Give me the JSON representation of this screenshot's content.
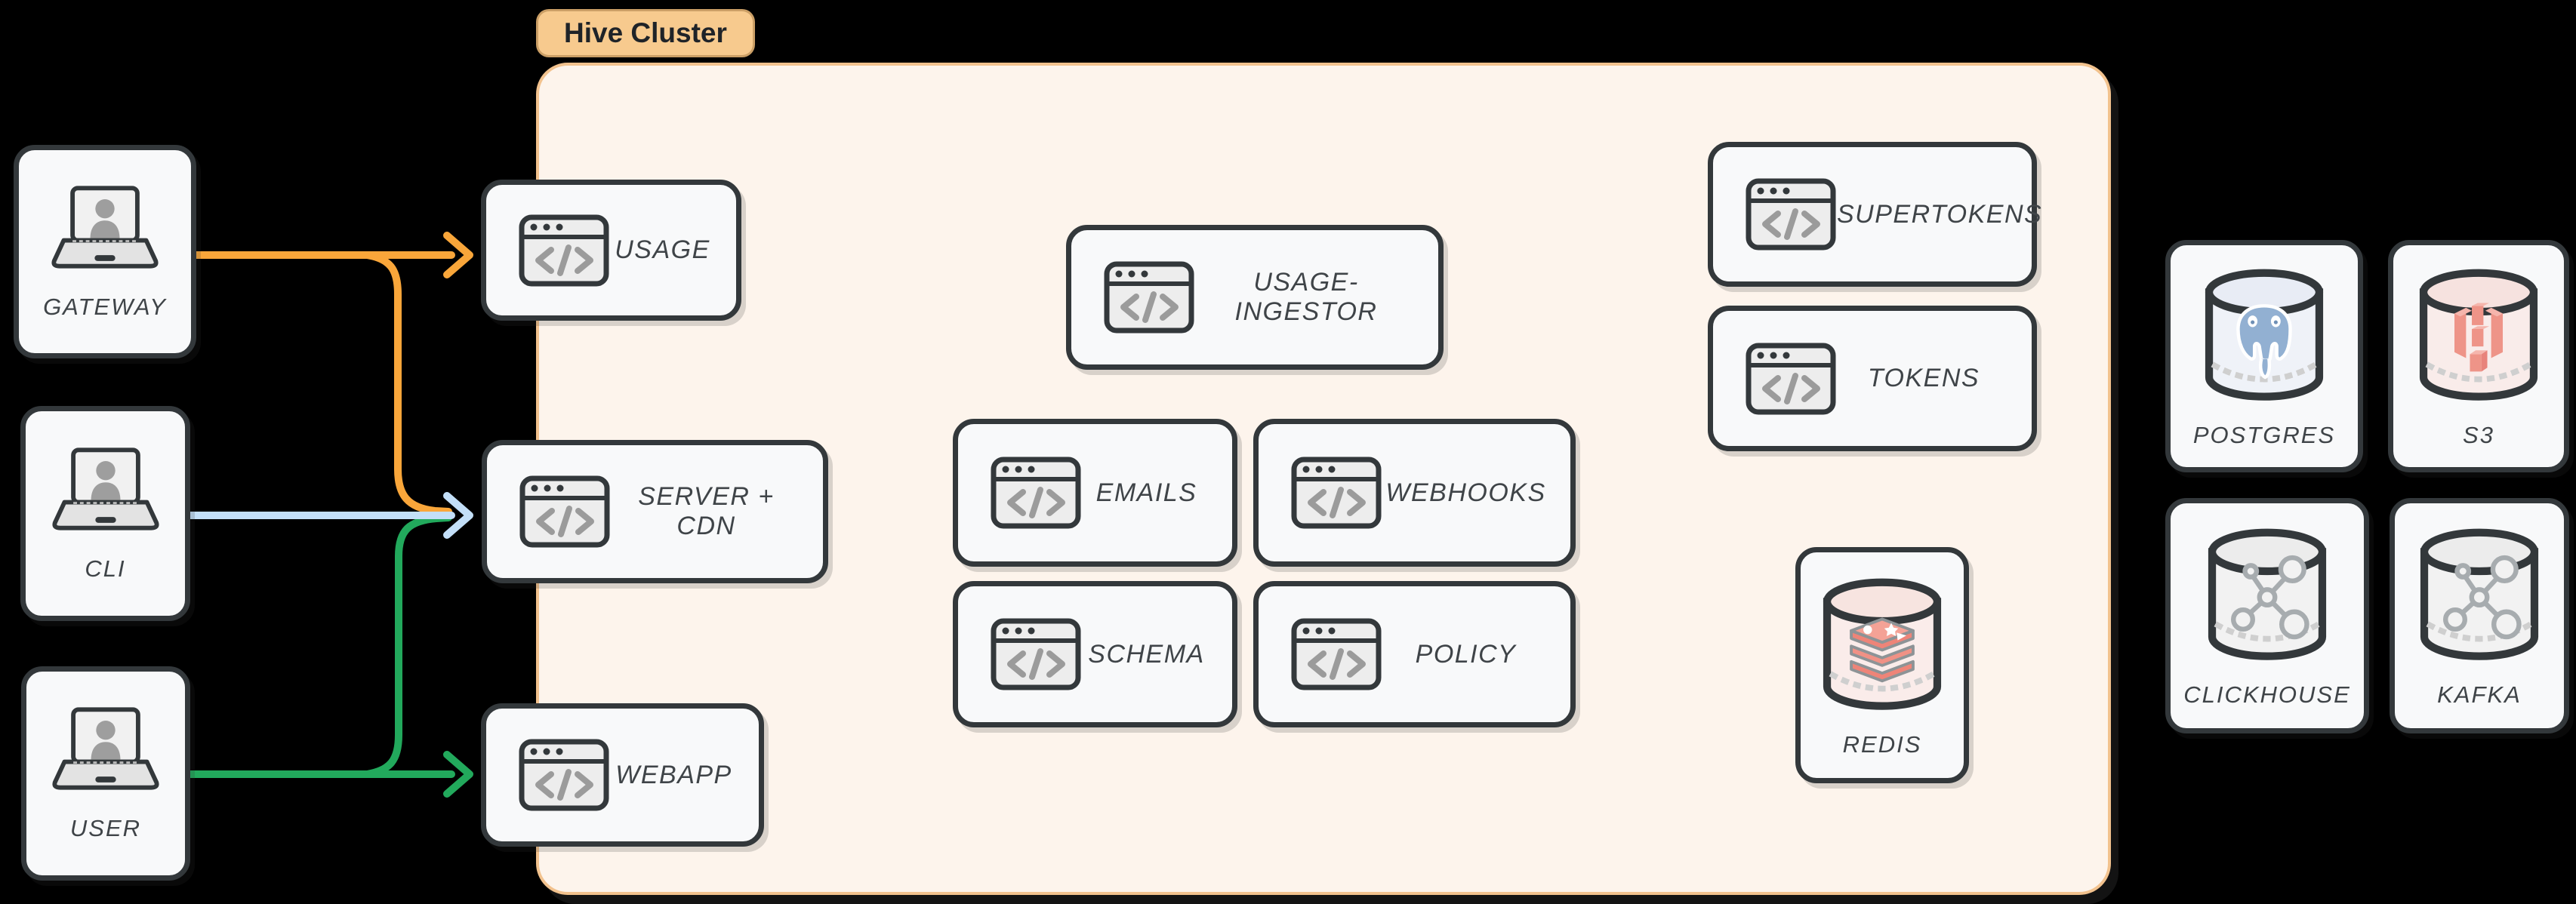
{
  "cluster": {
    "label": "Hive Cluster"
  },
  "actors": [
    {
      "id": "gateway",
      "label": "GATEWAY",
      "icon": "laptop-user-icon"
    },
    {
      "id": "cli",
      "label": "CLI",
      "icon": "laptop-user-icon"
    },
    {
      "id": "user",
      "label": "USER",
      "icon": "laptop-user-icon"
    }
  ],
  "services": {
    "usage": {
      "label": "USAGE",
      "icon": "code-window-icon"
    },
    "server_cdn": {
      "label": "SERVER + CDN",
      "icon": "code-window-icon"
    },
    "webapp": {
      "label": "WEBAPP",
      "icon": "code-window-icon"
    },
    "usage_ingestor": {
      "label": "USAGE-INGESTOR",
      "icon": "code-window-icon"
    },
    "emails": {
      "label": "EMAILS",
      "icon": "code-window-icon"
    },
    "webhooks": {
      "label": "WEBHOOKS",
      "icon": "code-window-icon"
    },
    "schema": {
      "label": "SCHEMA",
      "icon": "code-window-icon"
    },
    "policy": {
      "label": "POLICY",
      "icon": "code-window-icon"
    },
    "supertokens": {
      "label": "SUPERTOKENS",
      "icon": "code-window-icon"
    },
    "tokens": {
      "label": "TOKENS",
      "icon": "code-window-icon"
    }
  },
  "datastores": {
    "redis": {
      "label": "REDIS",
      "icon": "redis-database-icon"
    },
    "postgres": {
      "label": "POSTGRES",
      "icon": "postgres-database-icon"
    },
    "s3": {
      "label": "S3",
      "icon": "s3-database-icon"
    },
    "clickhouse": {
      "label": "CLICKHOUSE",
      "icon": "graph-database-icon"
    },
    "kafka": {
      "label": "KAFKA",
      "icon": "graph-database-icon"
    }
  },
  "edges": [
    {
      "from": "GATEWAY",
      "to": "USAGE",
      "color": "#F9A63A"
    },
    {
      "from": "GATEWAY",
      "to": "SERVER + CDN",
      "color": "#F9A63A"
    },
    {
      "from": "CLI",
      "to": "SERVER + CDN",
      "color": "#C3DFF8"
    },
    {
      "from": "USER",
      "to": "SERVER + CDN",
      "color": "#22A95C"
    },
    {
      "from": "USER",
      "to": "WEBAPP",
      "color": "#22A95C"
    }
  ],
  "colors": {
    "background": "#000000",
    "cluster_bg": "#FDF4EC",
    "cluster_border": "#F2C28E",
    "cluster_pill_bg": "#F7CA8E",
    "node_bg": "#F8F9FA",
    "node_border": "#33383B",
    "label_text": "#3F4448",
    "arrow_orange": "#F9A63A",
    "arrow_blue": "#C3DFF8",
    "arrow_green": "#22A95C",
    "redis_accent": "#EE8478",
    "postgres_accent": "#92B0D2",
    "s3_accent": "#EE9488"
  }
}
